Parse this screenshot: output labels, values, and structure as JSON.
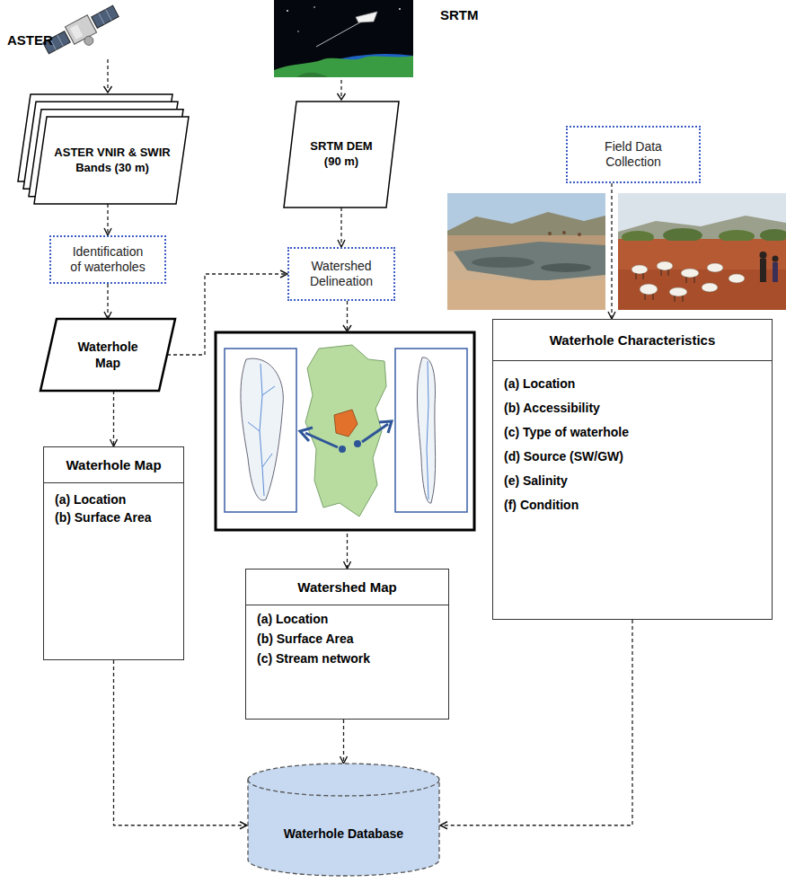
{
  "diagram": {
    "nodes": [
      {
        "text": [
          "ASTER VNIR & SWIR Bands (30 m)"
        ]
      },
      {
        "text": [
          "SRTM DEM (90 m)"
        ]
      },
      {
        "text": [
          "Field Data Collection"
        ]
      },
      {
        "text": [
          "Identification of waterholes"
        ]
      },
      {
        "text": [
          "Watershed Delineation"
        ]
      },
      {
        "text": [
          "Waterhole Map"
        ]
      },
      {
        "text": [
          "Waterhole Characteristics",
          "(a) Location",
          "(b) Accessibility",
          "(c) Type of waterhole",
          "(d) Source (SW/GW)",
          "(e) Salinity",
          "(f) Condition"
        ]
      },
      {
        "text": [
          "Waterhole Map",
          "(a) Location",
          "(b) Surface Area"
        ]
      },
      {
        "text": [
          "Watershed Map",
          "(a) Location",
          "(b) Surface Area",
          "(c) Stream network"
        ]
      },
      {
        "text": [
          "Waterhole Database"
        ]
      }
    ],
    "edges": [
      {
        "from": 0,
        "to": 3,
        "arrow": "to"
      },
      {
        "from": 1,
        "to": 4,
        "arrow": "to"
      },
      {
        "from": 3,
        "to": 5,
        "arrow": "to"
      },
      {
        "from": 5,
        "to": 4,
        "arrow": "to"
      },
      {
        "from": 5,
        "to": 7,
        "arrow": "to"
      },
      {
        "from": 4,
        "to": 8,
        "arrow": "to"
      },
      {
        "from": 2,
        "to": 6,
        "arrow": "to"
      },
      {
        "from": 7,
        "to": 9,
        "arrow": "to"
      },
      {
        "from": 8,
        "to": 9,
        "arrow": "to"
      },
      {
        "from": 6,
        "to": 9,
        "arrow": "to"
      }
    ],
    "labels": [
      "ASTER",
      "SRTM"
    ]
  }
}
